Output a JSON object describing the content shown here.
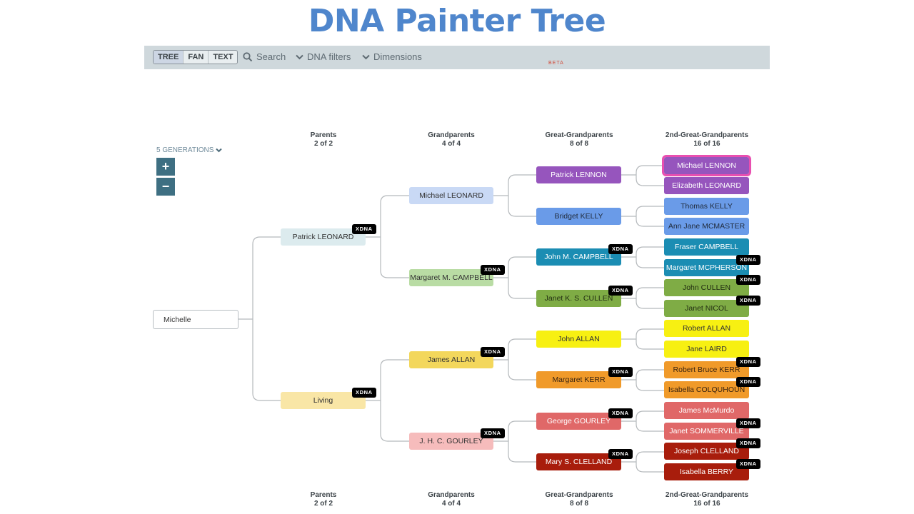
{
  "slide_title": "DNA Painter Tree",
  "toolbar": {
    "views": [
      {
        "label": "TREE",
        "active": true
      },
      {
        "label": "FAN",
        "active": false
      },
      {
        "label": "TEXT",
        "active": false
      }
    ],
    "search_label": "Search",
    "search_icon": "search-icon",
    "dna_filters_label": "DNA filters",
    "dimensions_label": "Dimensions",
    "dimensions_badge": "BETA"
  },
  "controls": {
    "generations_label": "5 GENERATIONS",
    "zoom_in": "+",
    "zoom_out": "−"
  },
  "column_headers": [
    {
      "title": "Parents",
      "count": "2 of 2"
    },
    {
      "title": "Grandparents",
      "count": "4 of 4"
    },
    {
      "title": "Great-Grandparents",
      "count": "8 of 8"
    },
    {
      "title": "2nd-Great-Grandparents",
      "count": "16 of 16"
    }
  ],
  "xdna_label": "XDNA",
  "root": {
    "name": "Michelle"
  },
  "parents": [
    {
      "name": "Patrick LEONARD",
      "xdna": true,
      "color": "#dcebee",
      "text": "#333333"
    },
    {
      "name": "Living",
      "xdna": true,
      "color": "#f9e6a6",
      "text": "#333333"
    }
  ],
  "grandparents": [
    {
      "name": "Michael LEONARD",
      "xdna": false,
      "color": "#c9d9f5",
      "text": "#333333"
    },
    {
      "name": "Margaret M. CAMPBELL",
      "xdna": true,
      "color": "#b9dca4",
      "text": "#333333"
    },
    {
      "name": "James ALLAN",
      "xdna": true,
      "color": "#f3d75c",
      "text": "#333333"
    },
    {
      "name": "J. H. C. GOURLEY",
      "xdna": true,
      "color": "#f6bcbc",
      "text": "#333333"
    }
  ],
  "great_grandparents": [
    {
      "name": "Patrick LENNON",
      "xdna": false,
      "color": "#9655bd",
      "text": "#ffffff"
    },
    {
      "name": "Bridget KELLY",
      "xdna": false,
      "color": "#6a9be8",
      "text": "#1f2a3a"
    },
    {
      "name": "John M. CAMPBELL",
      "xdna": true,
      "color": "#1b8db3",
      "text": "#ffffff"
    },
    {
      "name": "Janet K. S. CULLEN",
      "xdna": true,
      "color": "#7fac45",
      "text": "#1f2a10"
    },
    {
      "name": "John ALLAN",
      "xdna": false,
      "color": "#f7f012",
      "text": "#333333"
    },
    {
      "name": "Margaret KERR",
      "xdna": true,
      "color": "#f09a2a",
      "text": "#3a2410"
    },
    {
      "name": "George GOURLEY",
      "xdna": true,
      "color": "#e06868",
      "text": "#ffffff"
    },
    {
      "name": "Mary S. CLELLAND",
      "xdna": true,
      "color": "#a81d0c",
      "text": "#ffffff"
    }
  ],
  "second_great_grandparents": [
    {
      "name": "Michael LENNON",
      "xdna": false,
      "color": "#9655bd",
      "text": "#ffffff",
      "highlighted": true
    },
    {
      "name": "Elizabeth LEONARD",
      "xdna": false,
      "color": "#9655bd",
      "text": "#ffffff"
    },
    {
      "name": "Thomas KELLY",
      "xdna": false,
      "color": "#6a9be8",
      "text": "#1f2a3a"
    },
    {
      "name": "Ann Jane MCMASTER",
      "xdna": false,
      "color": "#6a9be8",
      "text": "#1f2a3a"
    },
    {
      "name": "Fraser CAMPBELL",
      "xdna": false,
      "color": "#1b8db3",
      "text": "#ffffff"
    },
    {
      "name": "Margaret MCPHERSON",
      "xdna": true,
      "color": "#1b8db3",
      "text": "#ffffff"
    },
    {
      "name": "John CULLEN",
      "xdna": true,
      "color": "#7fac45",
      "text": "#1f2a10"
    },
    {
      "name": "Janet NICOL",
      "xdna": true,
      "color": "#7fac45",
      "text": "#1f2a10"
    },
    {
      "name": "Robert ALLAN",
      "xdna": false,
      "color": "#f7f012",
      "text": "#333333"
    },
    {
      "name": "Jane LAIRD",
      "xdna": false,
      "color": "#f7f012",
      "text": "#333333"
    },
    {
      "name": "Robert Bruce KERR",
      "xdna": true,
      "color": "#f09a2a",
      "text": "#3a2410"
    },
    {
      "name": "Isabella COLQUHOUN",
      "xdna": true,
      "color": "#f09a2a",
      "text": "#3a2410"
    },
    {
      "name": "James McMurdo",
      "xdna": false,
      "color": "#e06868",
      "text": "#ffffff"
    },
    {
      "name": "Janet SOMMERVILLE",
      "xdna": true,
      "color": "#e06868",
      "text": "#ffffff"
    },
    {
      "name": "Joseph CLELLAND",
      "xdna": true,
      "color": "#a81d0c",
      "text": "#ffffff"
    },
    {
      "name": "Isabella BERRY",
      "xdna": true,
      "color": "#a81d0c",
      "text": "#ffffff"
    }
  ],
  "colors": {
    "title_blue": "#4f86cc",
    "toolbar_bg": "#cfd8dc",
    "zoom_btn": "#3e6f82",
    "highlight": "#e84fb0",
    "connector": "#b5b9bc"
  }
}
